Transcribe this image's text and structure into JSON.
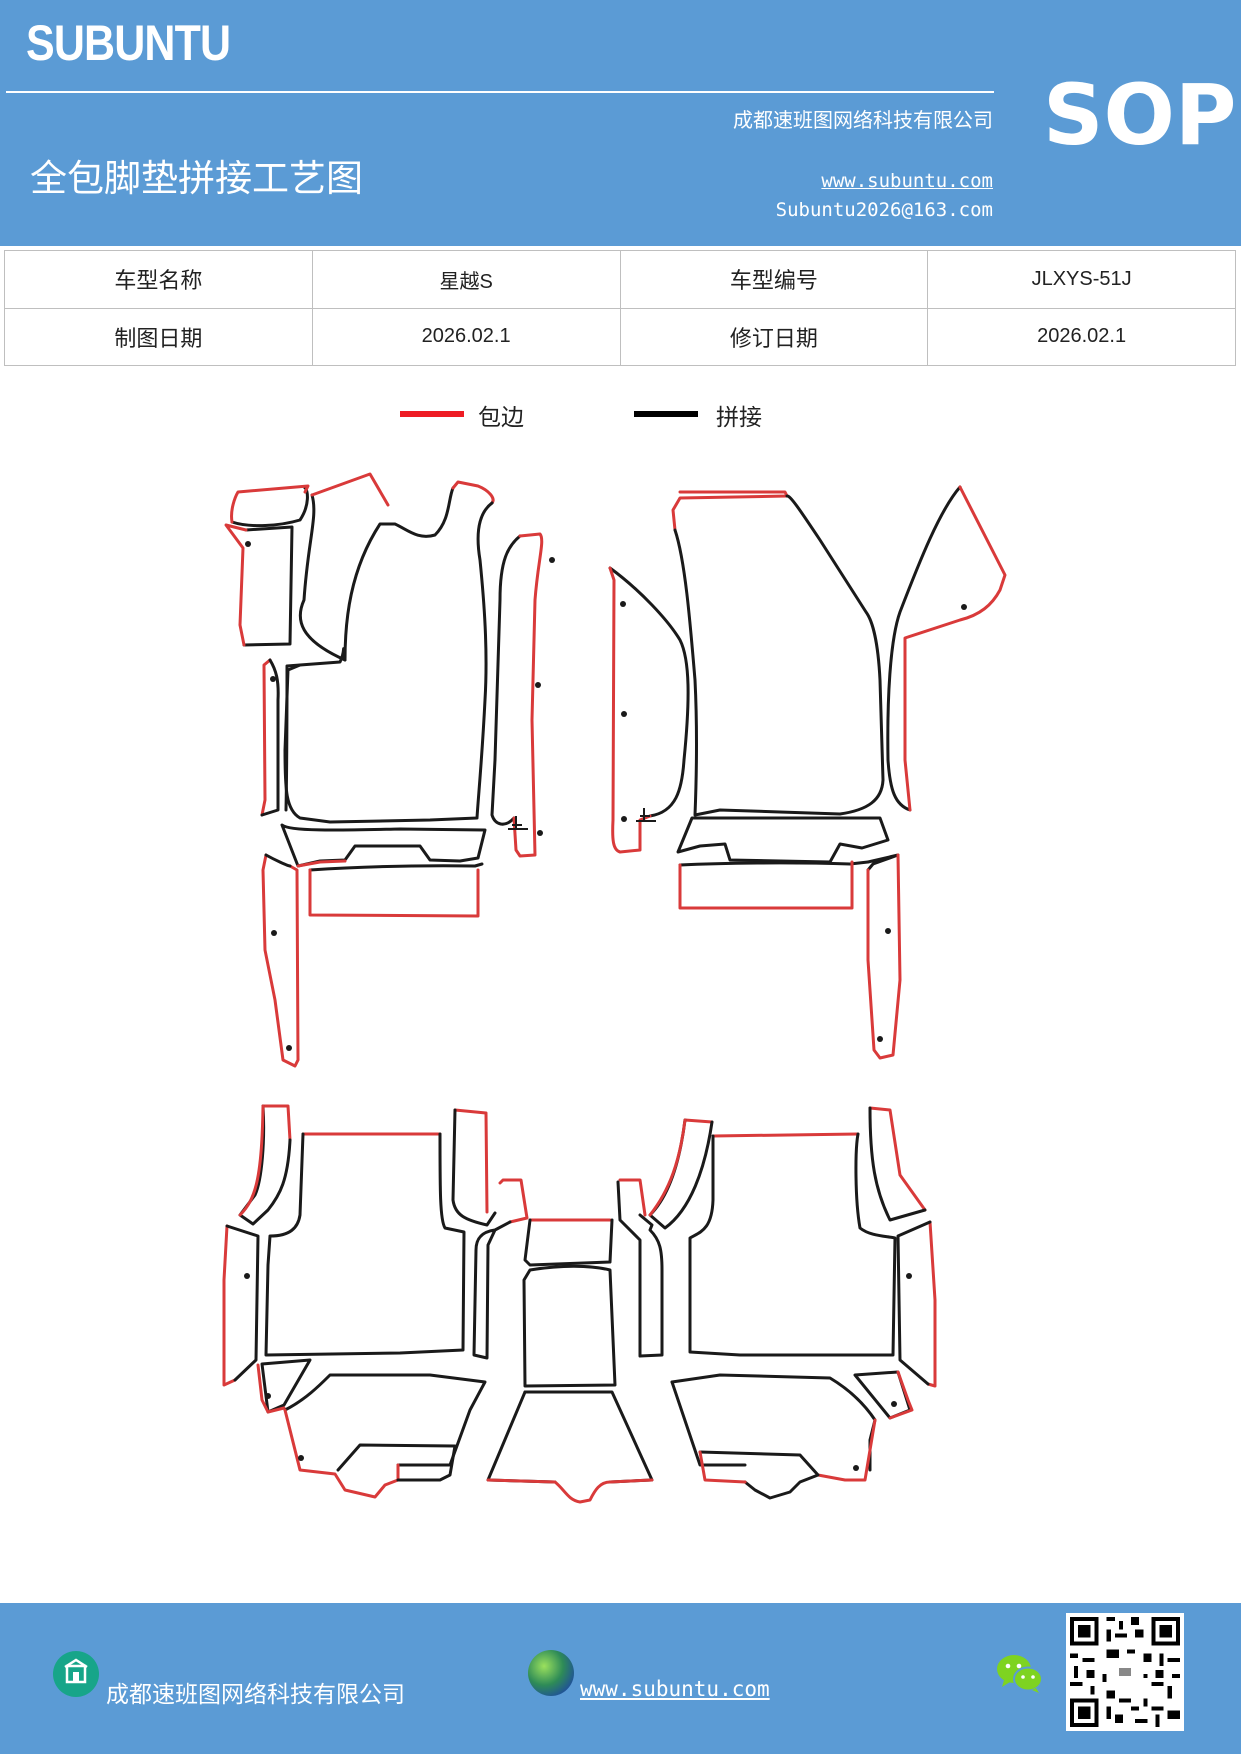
{
  "header": {
    "brand": "SUBUNTU",
    "company": "成都速班图网络科技有限公司",
    "title": "全包脚垫拼接工艺图",
    "website": "www.subuntu.com",
    "email": "Subuntu2026@163.com",
    "doc_type": "SOP"
  },
  "info_table": {
    "rows": [
      [
        "车型名称",
        "星越S",
        "车型编号",
        "JLXYS-51J"
      ],
      [
        "制图日期",
        "2026.02.1",
        "修订日期",
        "2026.02.1"
      ]
    ]
  },
  "legend": {
    "items": [
      {
        "label": "包边",
        "color": "#ee1c24"
      },
      {
        "label": "拼接",
        "color": "#000000"
      }
    ]
  },
  "colors": {
    "header_bg": "#5b9bd5",
    "edge_binding": "#d93a3a",
    "seam": "#1a1a1a"
  },
  "footer": {
    "company": "成都速班图网络科技有限公司",
    "website": "www.subuntu.com ",
    "icons": [
      "company-icon",
      "globe-icon",
      "wechat-icon",
      "qr-code"
    ]
  }
}
